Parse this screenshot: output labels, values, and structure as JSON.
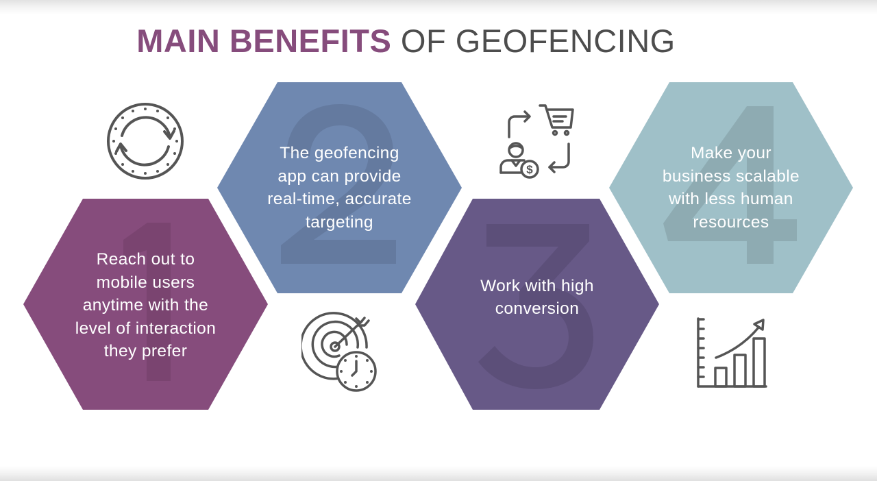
{
  "title": {
    "bold": "MAIN BENEFITS",
    "light": "OF GEOFENCING",
    "bold_color": "#864c7c",
    "light_color": "#4d4d4d"
  },
  "colors": {
    "hex1": "#864c7c",
    "hex1_numeral": "#7a4470",
    "hex2": "#6f88b0",
    "hex2_numeral": "#647a9f",
    "hex3": "#675987",
    "hex3_numeral": "#5c4f79",
    "hex4": "#9fc0c8",
    "hex4_numeral": "#8eabb2",
    "icon_stroke": "#555555",
    "text": "#ffffff"
  },
  "benefits": [
    {
      "number": "1",
      "lines": [
        "Reach out to",
        "mobile users",
        "anytime with the",
        "level of interaction",
        "they prefer"
      ],
      "icon": "refresh-cycle-icon"
    },
    {
      "number": "2",
      "lines": [
        "The geofencing",
        "app can provide",
        "real-time, accurate",
        "targeting"
      ],
      "icon": "target-clock-icon"
    },
    {
      "number": "3",
      "lines": [
        "Work with high",
        "conversion"
      ],
      "icon": "customer-purchase-cycle-icon"
    },
    {
      "number": "4",
      "lines": [
        "Make your",
        "business scalable",
        "with less human",
        "resources"
      ],
      "icon": "growth-chart-icon"
    }
  ]
}
